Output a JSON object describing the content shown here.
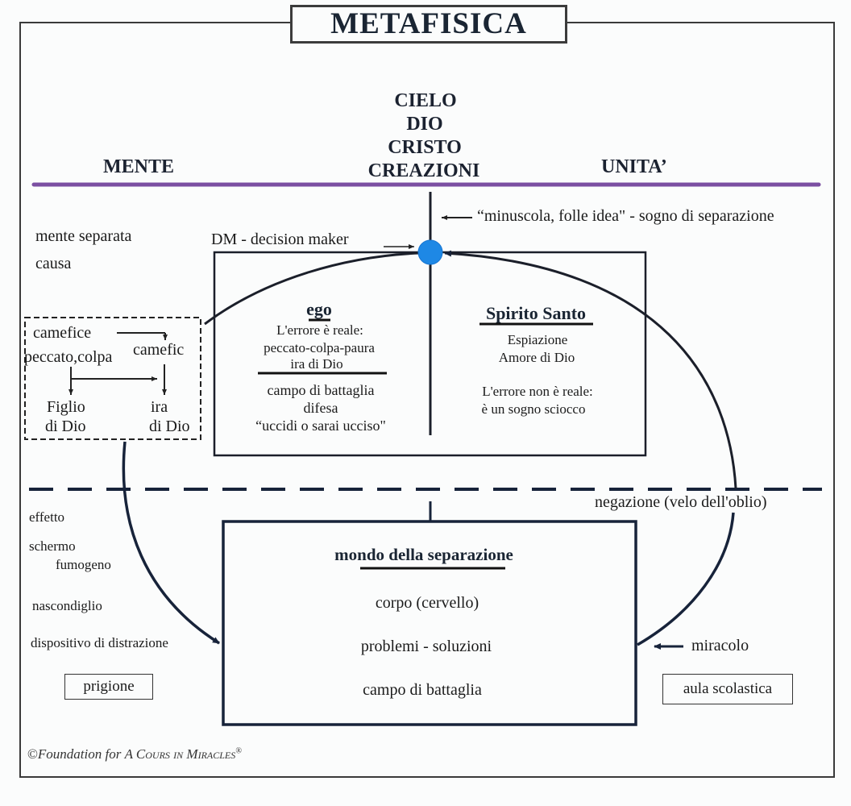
{
  "title": "METAFISICA",
  "top": {
    "center_lines": [
      "CIELO",
      "DIO",
      "CRISTO",
      "CREAZIONI"
    ],
    "left": "MENTE",
    "right": "UNITA’"
  },
  "colors": {
    "divider": "#7b4fa2",
    "decision_maker": "#1e88e5",
    "lines": "#17233a"
  },
  "mind_level": {
    "left_labels": [
      "mente separata",
      "causa"
    ],
    "decision_maker_label": "DM - decision maker",
    "tiny_mad_idea_label": "“minuscola, folle idea\" - sogno di separazione",
    "dashed_box": {
      "top_left": "camefice",
      "left": "peccato,colpa",
      "right": "camefic",
      "bottom_left": [
        "Figlio",
        "di Dio"
      ],
      "bottom_right": [
        "ira",
        "di Dio"
      ]
    },
    "ego": {
      "heading": "ego",
      "lines": [
        "L'errore è reale:",
        "peccato-colpa-paura",
        "ira di Dio"
      ],
      "lines2": [
        "campo di battaglia",
        "difesa",
        "“uccidi o sarai ucciso\""
      ]
    },
    "holy_spirit": {
      "heading": "Spirito Santo",
      "lines": [
        "Espiazione",
        "Amore di Dio"
      ],
      "lines2": [
        "L'errore non è reale:",
        "è un sogno sciocco"
      ]
    }
  },
  "veil_label": "negazione (velo dell'oblio)",
  "world_level": {
    "left_labels": [
      "effetto",
      "schermo",
      "fumogeno",
      "nascondiglio",
      "dispositivo di distrazione"
    ],
    "left_box": "prigione",
    "right_label": "miracolo",
    "right_box": "aula scolastica",
    "world_box": {
      "heading": "mondo della separazione",
      "lines": [
        "corpo (cervello)",
        "problemi - soluzioni",
        "campo di battaglia"
      ]
    }
  },
  "footer": {
    "copyright_symbol": "©",
    "text_a": "Foundation for ",
    "text_b": "A Cours in Miracles",
    "registered": "®"
  }
}
